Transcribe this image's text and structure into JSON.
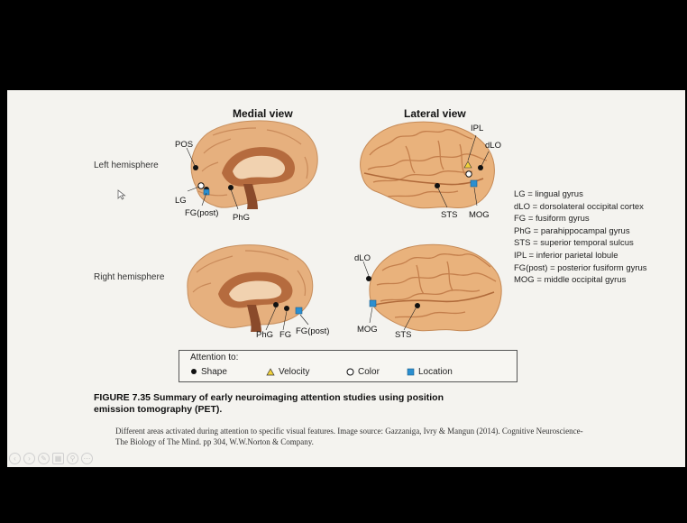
{
  "views": {
    "medial": "Medial view",
    "lateral": "Lateral view"
  },
  "hemispheres": {
    "left": "Left hemisphere",
    "right": "Right hemisphere"
  },
  "brain_labels": {
    "tl_pos": "POS",
    "tl_lg": "LG",
    "tl_fgpost": "FG(post)",
    "tl_phg": "PhG",
    "tr_ipl": "IPL",
    "tr_dlo": "dLO",
    "tr_sts": "STS",
    "tr_mog": "MOG",
    "bl_phg": "PhG",
    "bl_fg": "FG",
    "bl_fgpost": "FG(post)",
    "br_dlo": "dLO",
    "br_mog": "MOG",
    "br_sts": "STS"
  },
  "abbreviations": [
    "LG = lingual gyrus",
    "dLO = dorsolateral occipital cortex",
    "FG = fusiform gyrus",
    "PhG = parahippocampal gyrus",
    "STS = superior temporal sulcus",
    "IPL = inferior parietal lobule",
    "FG(post) = posterior fusiform gyrus",
    "MOG = middle occipital gyrus"
  ],
  "attention_legend": {
    "title": "Attention to:",
    "items": [
      {
        "label": "Shape",
        "icon": "black-dot-icon"
      },
      {
        "label": "Velocity",
        "icon": "yellow-triangle-icon"
      },
      {
        "label": "Color",
        "icon": "white-circle-icon"
      },
      {
        "label": "Location",
        "icon": "blue-square-icon"
      }
    ]
  },
  "caption": {
    "bold": "FIGURE 7.35 Summary of early neuroimaging attention studies using position emission tomography (PET).",
    "body": "Different areas activated during attention to specific visual features. Image source: Gazzaniga, Ivry & Mangun (2014). Cognitive Neuroscience-The Biology of The Mind. pp 304, W.W.Norton & Company."
  },
  "colors": {
    "brain_fill": "#e8b584",
    "brain_dark": "#a8623a",
    "marker_blue": "#2b8fd0",
    "marker_yellow": "#f2d23a",
    "slide_bg": "#f4f3ef",
    "frame": "#000000"
  },
  "toolbar_icons": [
    "back-icon",
    "forward-icon",
    "pen-icon",
    "slides-icon",
    "zoom-icon",
    "more-icon"
  ]
}
